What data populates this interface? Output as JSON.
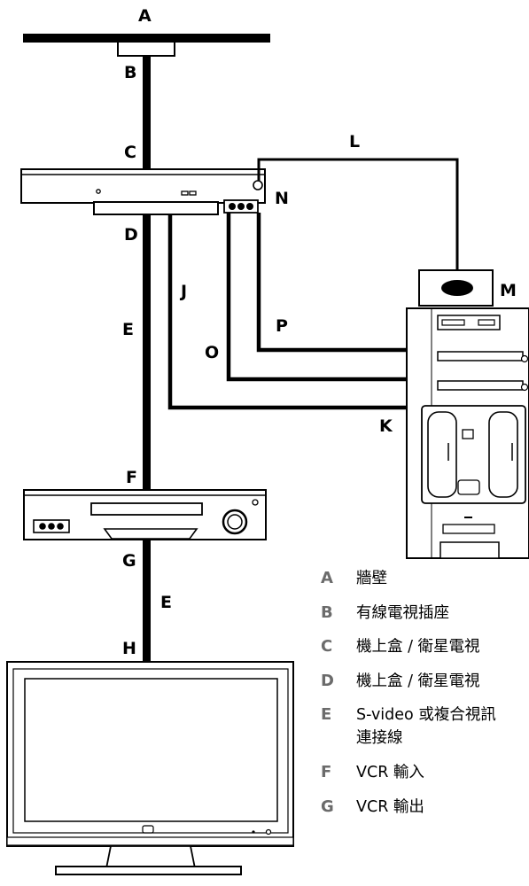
{
  "labels": {
    "A": "A",
    "B": "B",
    "C": "C",
    "D": "D",
    "E": "E",
    "F": "F",
    "G": "G",
    "H": "H",
    "J": "J",
    "K": "K",
    "L": "L",
    "M": "M",
    "N": "N",
    "O": "O",
    "P": "P"
  },
  "legend": [
    {
      "letter": "A",
      "text": "牆壁"
    },
    {
      "letter": "B",
      "text": "有線電視插座"
    },
    {
      "letter": "C",
      "text": "機上盒 / 衛星電視"
    },
    {
      "letter": "D",
      "text": "機上盒 / 衛星電視"
    },
    {
      "letter": "E",
      "text": "S-video 或複合視訊",
      "text2": "連接線"
    },
    {
      "letter": "F",
      "text": "VCR 輸入"
    },
    {
      "letter": "G",
      "text": "VCR 輸出"
    }
  ]
}
